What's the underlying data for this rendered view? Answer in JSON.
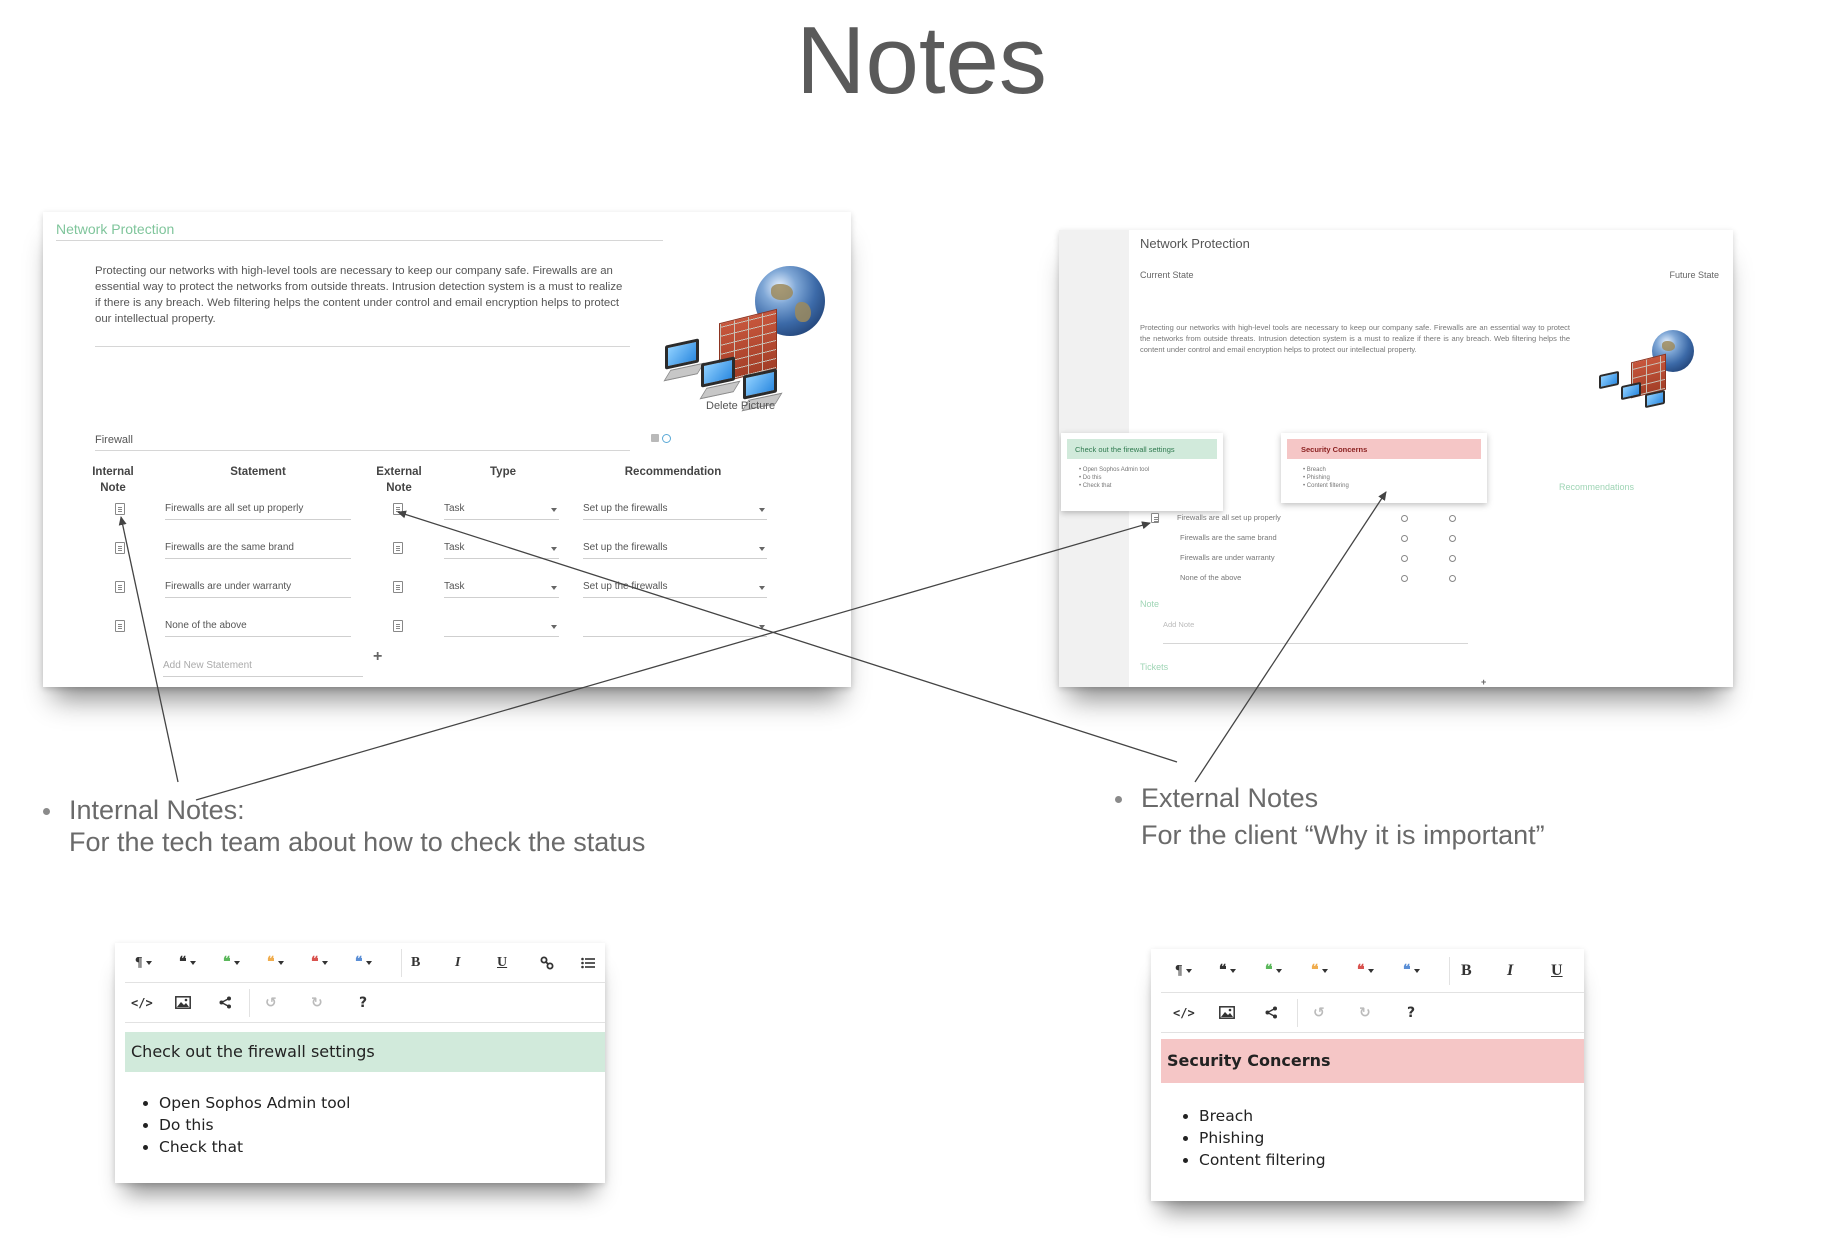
{
  "slide_title": "Notes",
  "left_screenshot": {
    "section_title": "Network Protection",
    "description": "Protecting our networks with high-level tools are necessary to keep our company safe. Firewalls are an essential way to protect the networks from outside threats. Intrusion detection system is a must to realize if there is any breach. Web filtering helps the content under control and email encryption helps to protect our intellectual property.",
    "delete_picture_label": "Delete Picture",
    "subsection_title": "Firewall",
    "columns": {
      "internal_note": "Internal Note",
      "statement": "Statement",
      "external_note": "External Note",
      "type": "Type",
      "recommendation": "Recommendation"
    },
    "rows": [
      {
        "statement": "Firewalls are all set up properly",
        "type": "Task",
        "recommendation": "Set up the firewalls"
      },
      {
        "statement": "Firewalls are the same brand",
        "type": "Task",
        "recommendation": "Set up the firewalls"
      },
      {
        "statement": "Firewalls are under warranty",
        "type": "Task",
        "recommendation": "Set up the firewalls"
      },
      {
        "statement": "None of the above",
        "type": "",
        "recommendation": ""
      }
    ],
    "add_statement_placeholder": "Add New Statement",
    "add_symbol": "+"
  },
  "right_screenshot": {
    "section_title": "Network Protection",
    "current_state_label": "Current State",
    "future_state_label": "Future State",
    "description": "Protecting our networks with high-level tools are necessary to keep our company safe. Firewalls are an essential way to protect the networks from outside threats. Intrusion detection system is a must to realize if there is any breach. Web filtering helps the content under control and email encryption helps to protect our intellectual property.",
    "internal_popup": {
      "title": "Check out the firewall settings",
      "items": [
        "Open Sophos Admin tool",
        "Do this",
        "Check that"
      ]
    },
    "external_popup": {
      "title": "Security Concerns",
      "items": [
        "Breach",
        "Phishing",
        "Content filtering"
      ]
    },
    "statements": [
      "Firewalls are all set up properly",
      "Firewalls are the same brand",
      "Firewalls are under warranty",
      "None of the above"
    ],
    "recommendations_label": "Recommendations",
    "note_label": "Note",
    "add_note_placeholder": "Add Note",
    "tickets_label": "Tickets",
    "add_symbol": "+"
  },
  "captions": {
    "internal_title": "Internal Notes:",
    "internal_desc": "For the tech team about how to check the status",
    "external_title": "External Notes",
    "external_desc": "For the client “Why it is important”"
  },
  "toolbar": {
    "paragraph": "¶",
    "quote": "❝",
    "bold": "B",
    "italic": "I",
    "underline": "U",
    "help": "?"
  },
  "left_editor": {
    "band_text": "Check out the firewall settings",
    "items": [
      "Open Sophos Admin tool",
      "Do this",
      "Check that"
    ]
  },
  "right_editor": {
    "band_text": "Security Concerns",
    "items": [
      "Breach",
      "Phishing",
      "Content filtering"
    ]
  },
  "colors": {
    "accent_green": "#7fc59b",
    "note_green": "#d1eadb",
    "note_red": "#f5c6c6",
    "quote_green": "#5cb85c",
    "quote_yellow": "#f0ad4e",
    "quote_red": "#d9534f",
    "quote_blue": "#5b8fd6",
    "arrow": "#444444"
  }
}
